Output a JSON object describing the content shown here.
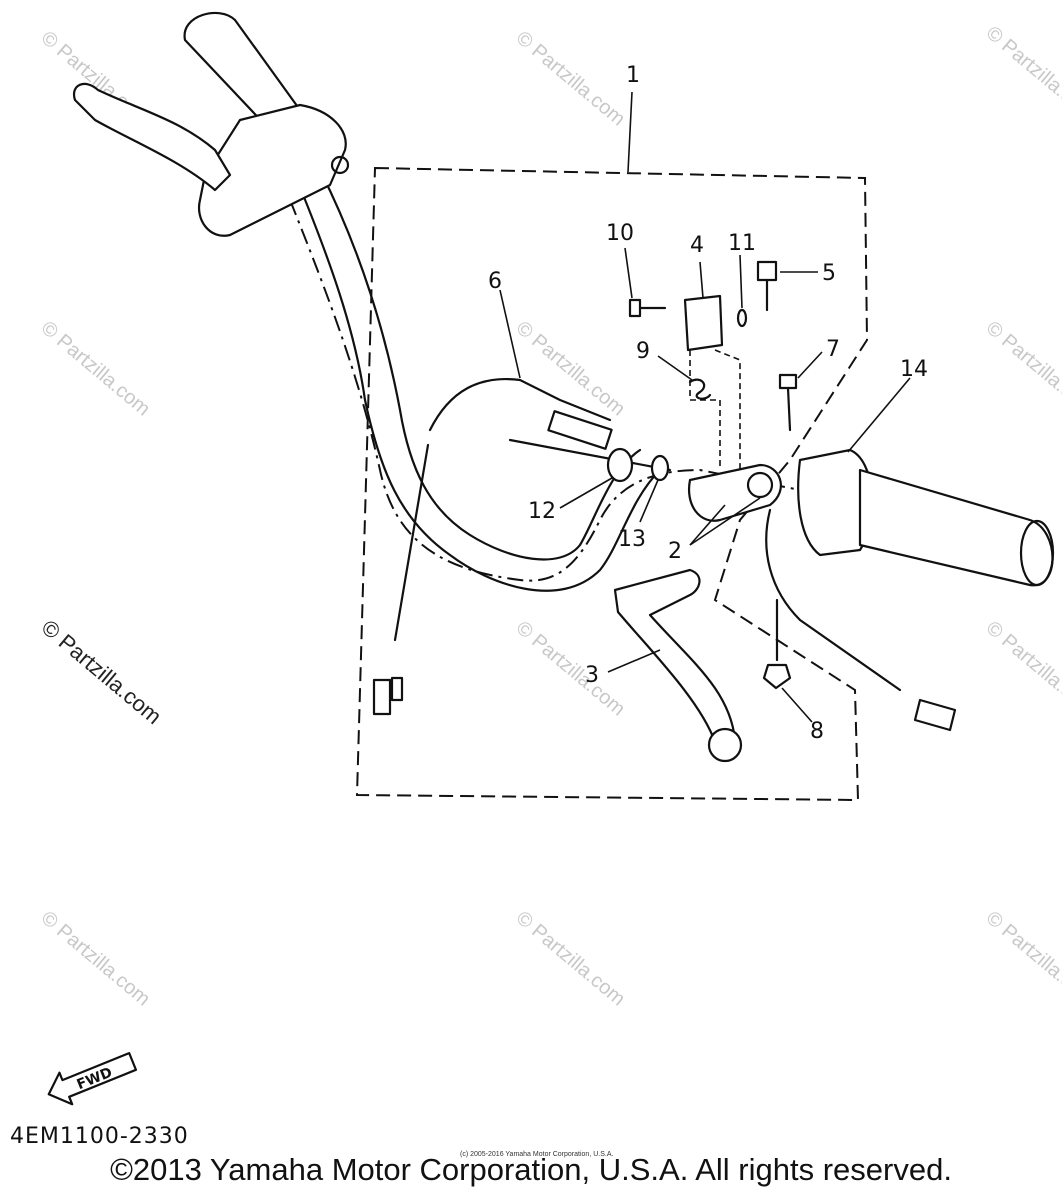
{
  "diagram": {
    "code": "4EM1100-2330",
    "copyright": "©2013 Yamaha Motor Corporation, U.S.A. All rights reserved.",
    "small_copyright": "(c) 2005-2016 Yamaha Motor Corporation, U.S.A.",
    "fwd_label": "FWD",
    "watermark": "© Partzilla.com",
    "callouts": [
      "1",
      "2",
      "3",
      "4",
      "5",
      "6",
      "7",
      "8",
      "9",
      "10",
      "11",
      "12",
      "13",
      "14"
    ]
  }
}
